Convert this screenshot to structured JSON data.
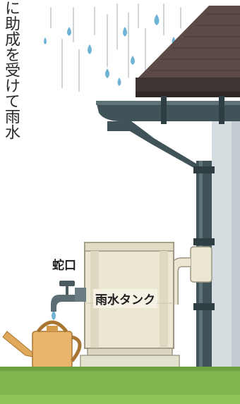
{
  "caption": "に助成を受けて雨水",
  "labels": {
    "faucet": "蛇口",
    "tank": "雨水タンク"
  },
  "icons": [
    "rain-drop",
    "roof",
    "gutter",
    "downspout",
    "rain-barrel",
    "faucet",
    "watering-can"
  ],
  "colors": {
    "sky_rain": "#6fb3d6",
    "roof": "#5b4a46",
    "gutter": "#3f5358",
    "tank": "#ece7d3",
    "can": "#e8b56a",
    "grass": "#7fb54c",
    "wall": "#d5dde1"
  }
}
